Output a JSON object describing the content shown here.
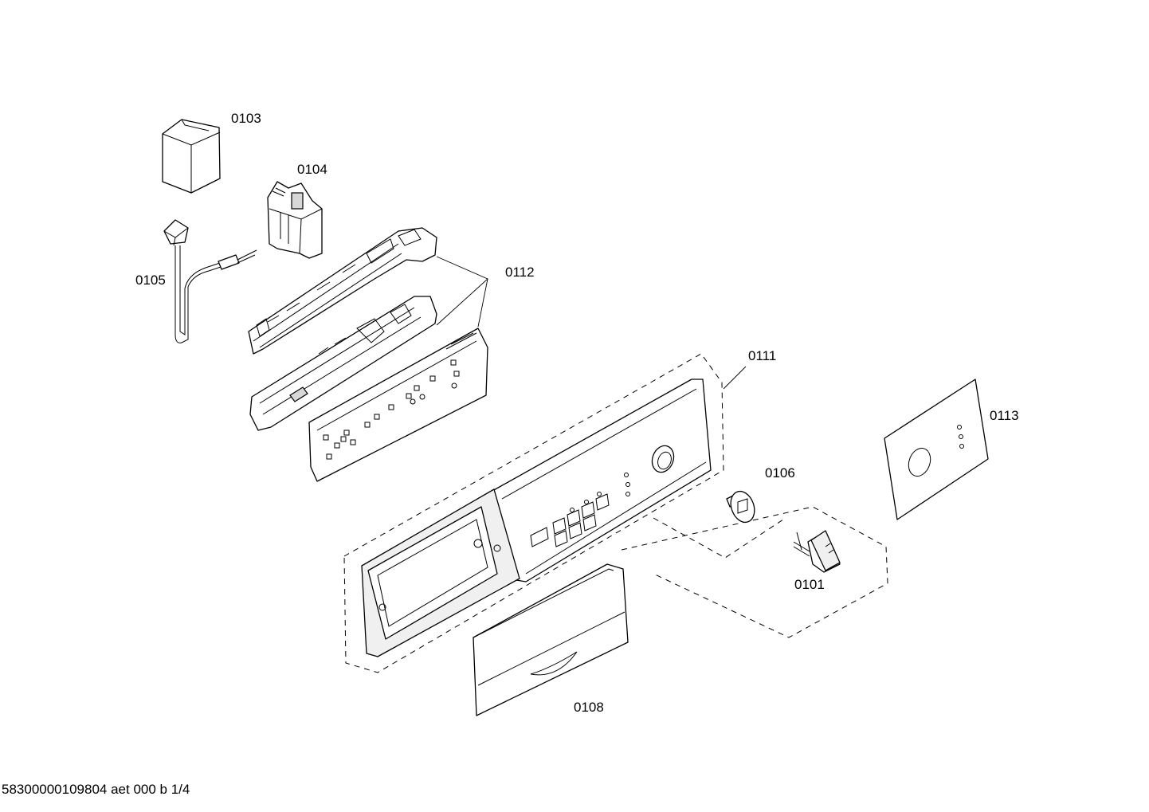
{
  "labels": {
    "p0101": "0101",
    "p0103": "0103",
    "p0104": "0104",
    "p0105": "0105",
    "p0106": "0106",
    "p0108": "0108",
    "p0111": "0111",
    "p0112": "0112",
    "p0113": "0113"
  },
  "footer": "58300000109804 aet 000 b 1/4"
}
